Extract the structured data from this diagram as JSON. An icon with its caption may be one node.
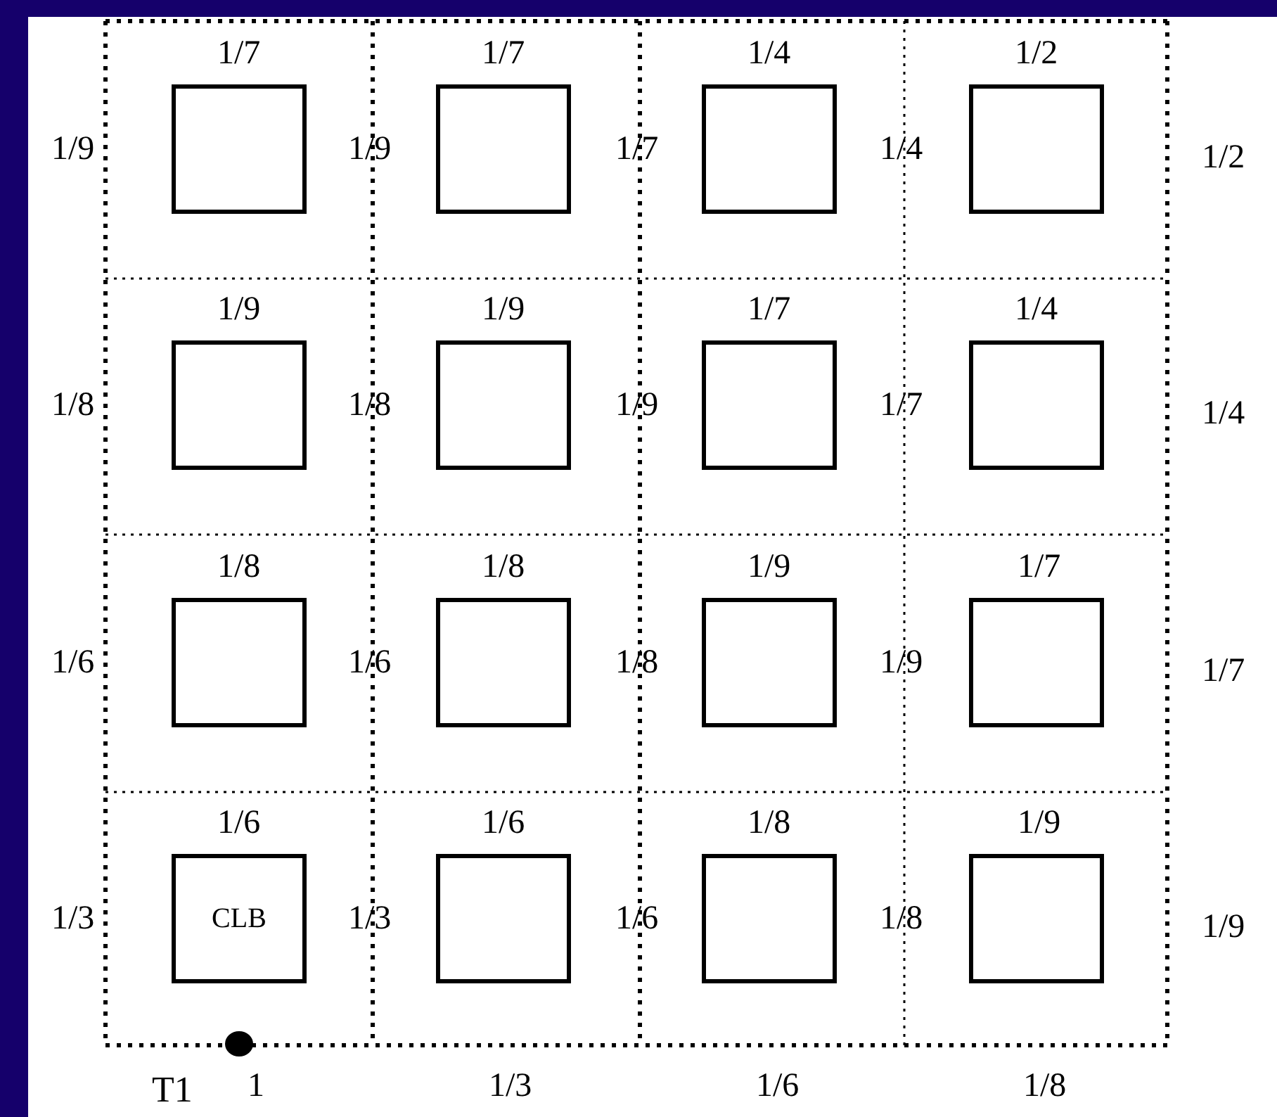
{
  "diagram": {
    "nodes": [
      {
        "text": [],
        "shape": "box"
      },
      {
        "text": [],
        "shape": "box"
      },
      {
        "text": [],
        "shape": "box"
      },
      {
        "text": [],
        "shape": "box"
      },
      {
        "text": [],
        "shape": "box"
      },
      {
        "text": [],
        "shape": "box"
      },
      {
        "text": [],
        "shape": "box"
      },
      {
        "text": [],
        "shape": "box"
      },
      {
        "text": [],
        "shape": "box"
      },
      {
        "text": [],
        "shape": "box"
      },
      {
        "text": [],
        "shape": "box"
      },
      {
        "text": [],
        "shape": "box"
      },
      {
        "text": [
          "CLB"
        ]
      },
      {
        "text": [],
        "shape": "box"
      },
      {
        "text": [],
        "shape": "box"
      },
      {
        "text": [],
        "shape": "box"
      },
      {
        "text": [],
        "shape": "circle",
        "beside": [
          "T1"
        ]
      }
    ],
    "labels": [
      "1/7",
      "1/7",
      "1/4",
      "1/2",
      "1/9",
      "1/9",
      "1/7",
      "1/4",
      "1/2",
      "1/9",
      "1/9",
      "1/7",
      "1/4",
      "1/8",
      "1/8",
      "1/9",
      "1/7",
      "1/4",
      "1/8",
      "1/8",
      "1/9",
      "1/7",
      "1/6",
      "1/6",
      "1/8",
      "1/9",
      "1/7",
      "1/6",
      "1/6",
      "1/8",
      "1/9",
      "1/3",
      "1/3",
      "1/6",
      "1/8",
      "1/9",
      "1",
      "1/3",
      "1/6",
      "1/8"
    ]
  }
}
